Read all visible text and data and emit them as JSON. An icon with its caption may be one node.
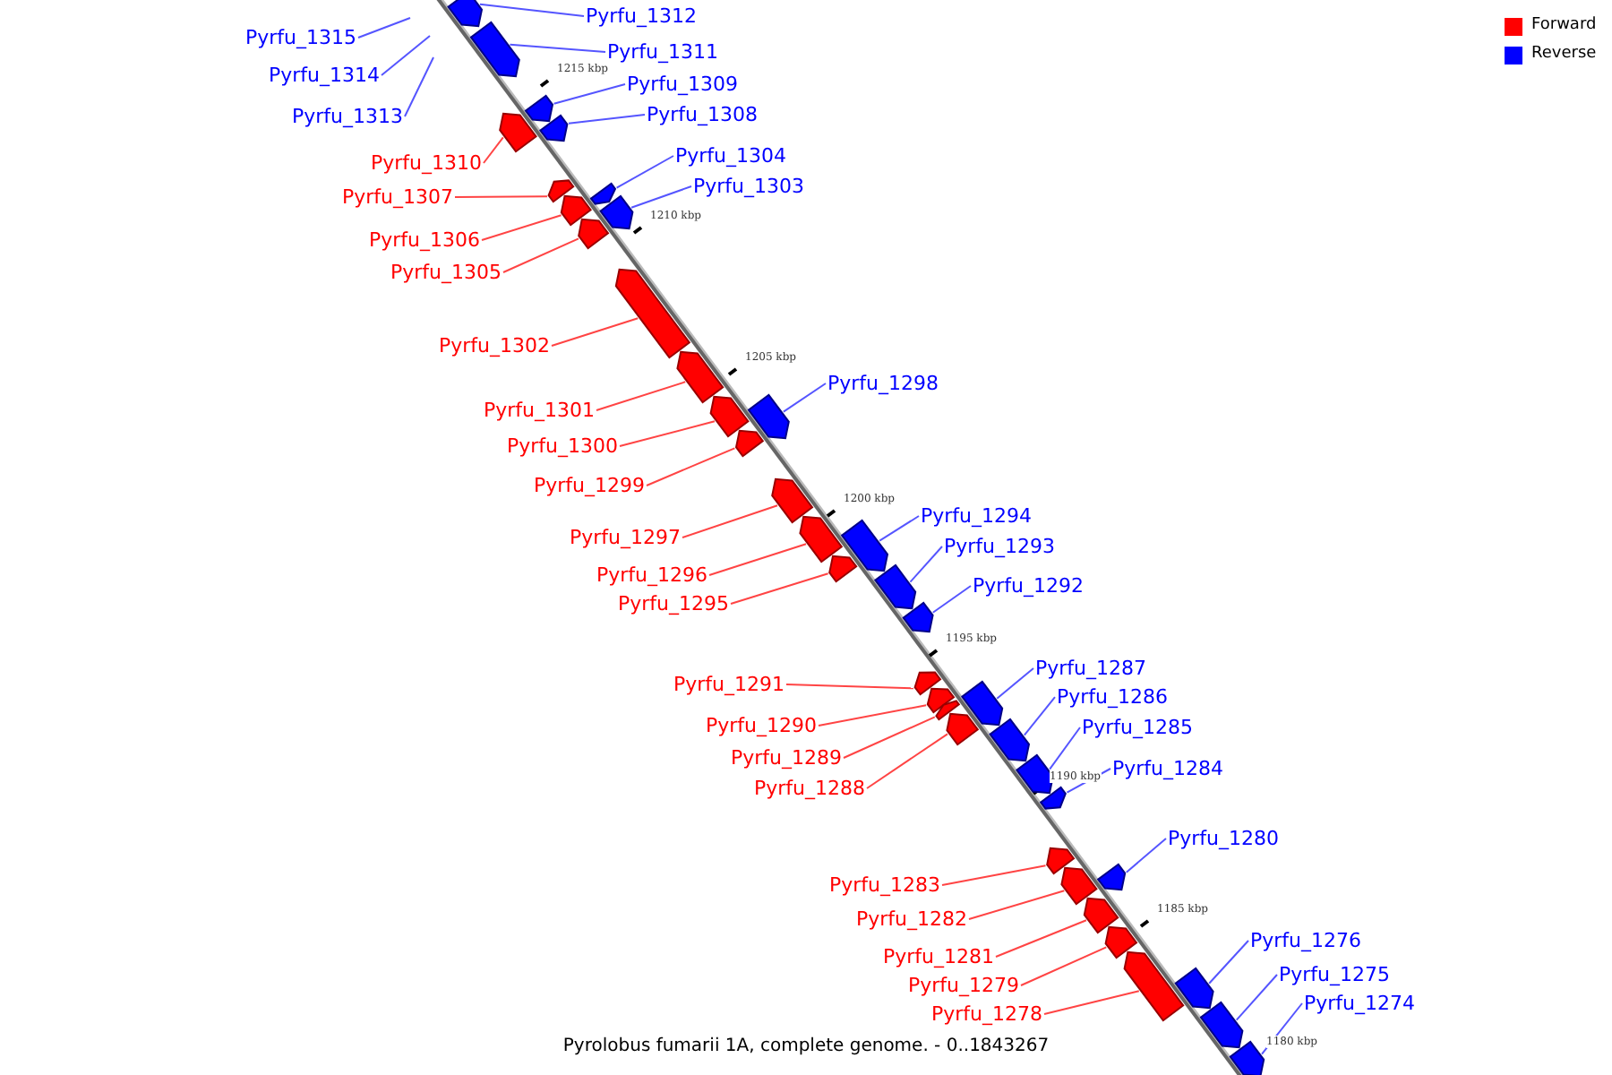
{
  "diagram": {
    "caption": "Pyrolobus fumarii 1A, complete genome. - 0..1843267",
    "nodes": [
      {
        "text": [
          "Pyrfu_1315"
        ]
      },
      {
        "text": [
          "Pyrfu_1314"
        ]
      },
      {
        "text": [
          "Pyrfu_1313"
        ]
      },
      {
        "text": [
          "Pyrfu_1312"
        ]
      },
      {
        "text": [],
        "shape": "bar"
      },
      {
        "text": [
          "Pyrfu_1311"
        ]
      },
      {
        "text": [],
        "shape": "bar"
      },
      {
        "text": [
          "Pyrfu_1310"
        ]
      },
      {
        "text": [],
        "shape": "bar"
      },
      {
        "text": [
          "Pyrfu_1309"
        ]
      },
      {
        "text": [],
        "shape": "bar"
      },
      {
        "text": [
          "Pyrfu_1308"
        ]
      },
      {
        "text": [],
        "shape": "bar"
      },
      {
        "text": [
          "Pyrfu_1307"
        ]
      },
      {
        "text": [],
        "shape": "bar"
      },
      {
        "text": [
          "Pyrfu_1306"
        ]
      },
      {
        "text": [],
        "shape": "bar"
      },
      {
        "text": [
          "Pyrfu_1305"
        ]
      },
      {
        "text": [],
        "shape": "bar"
      },
      {
        "text": [
          "Pyrfu_1304"
        ]
      },
      {
        "text": [],
        "shape": "bar"
      },
      {
        "text": [
          "Pyrfu_1303"
        ]
      },
      {
        "text": [],
        "shape": "bar"
      },
      {
        "text": [
          "Pyrfu_1302"
        ]
      },
      {
        "text": [],
        "shape": "bar"
      },
      {
        "text": [
          "Pyrfu_1301"
        ]
      },
      {
        "text": [],
        "shape": "bar"
      },
      {
        "text": [
          "Pyrfu_1300"
        ]
      },
      {
        "text": [],
        "shape": "bar"
      },
      {
        "text": [
          "Pyrfu_1299"
        ]
      },
      {
        "text": [],
        "shape": "bar"
      },
      {
        "text": [
          "Pyrfu_1298"
        ]
      },
      {
        "text": [],
        "shape": "bar"
      },
      {
        "text": [
          "Pyrfu_1297"
        ]
      },
      {
        "text": [],
        "shape": "bar"
      },
      {
        "text": [
          "Pyrfu_1296"
        ]
      },
      {
        "text": [],
        "shape": "bar"
      },
      {
        "text": [
          "Pyrfu_1295"
        ]
      },
      {
        "text": [],
        "shape": "bar"
      },
      {
        "text": [
          "Pyrfu_1294"
        ]
      },
      {
        "text": [],
        "shape": "bar"
      },
      {
        "text": [
          "Pyrfu_1293"
        ]
      },
      {
        "text": [],
        "shape": "bar"
      },
      {
        "text": [
          "Pyrfu_1292"
        ]
      },
      {
        "text": [],
        "shape": "bar"
      },
      {
        "text": [
          "Pyrfu_1291"
        ]
      },
      {
        "text": [],
        "shape": "bar"
      },
      {
        "text": [
          "Pyrfu_1290"
        ]
      },
      {
        "text": [],
        "shape": "bar"
      },
      {
        "text": [
          "Pyrfu_1289"
        ]
      },
      {
        "text": [],
        "shape": "bar"
      },
      {
        "text": [
          "Pyrfu_1288"
        ]
      },
      {
        "text": [],
        "shape": "bar"
      },
      {
        "text": [
          "Pyrfu_1287"
        ]
      },
      {
        "text": [],
        "shape": "bar"
      },
      {
        "text": [
          "Pyrfu_1286"
        ]
      },
      {
        "text": [],
        "shape": "bar"
      },
      {
        "text": [
          "Pyrfu_1285"
        ]
      },
      {
        "text": [],
        "shape": "bar"
      },
      {
        "text": [
          "Pyrfu_1284"
        ]
      },
      {
        "text": [],
        "shape": "bar"
      },
      {
        "text": [
          "Pyrfu_1283"
        ]
      },
      {
        "text": [],
        "shape": "bar"
      },
      {
        "text": [
          "Pyrfu_1282"
        ]
      },
      {
        "text": [],
        "shape": "bar"
      },
      {
        "text": [
          "Pyrfu_1281"
        ]
      },
      {
        "text": [],
        "shape": "bar"
      },
      {
        "text": [
          "Pyrfu_1280"
        ]
      },
      {
        "text": [],
        "shape": "bar"
      },
      {
        "text": [
          "Pyrfu_1279"
        ]
      },
      {
        "text": [],
        "shape": "bar"
      },
      {
        "text": [
          "Pyrfu_1278"
        ]
      },
      {
        "text": [],
        "shape": "bar"
      },
      {
        "text": [
          "Pyrfu_1276"
        ]
      },
      {
        "text": [],
        "shape": "bar"
      },
      {
        "text": [
          "Pyrfu_1275"
        ]
      },
      {
        "text": [],
        "shape": "bar"
      },
      {
        "text": [
          "Pyrfu_1274"
        ]
      },
      {
        "text": [],
        "shape": "bar"
      }
    ],
    "edges": [
      {
        "from": 0,
        "to": null,
        "arrow": "none"
      },
      {
        "from": 1,
        "to": null,
        "arrow": "none"
      },
      {
        "from": 2,
        "to": null,
        "arrow": "none"
      },
      {
        "from": 3,
        "to": 4,
        "arrow": "none"
      },
      {
        "from": 5,
        "to": 6,
        "arrow": "none"
      },
      {
        "from": 7,
        "to": 8,
        "arrow": "none",
        "color": "#ff4444"
      },
      {
        "from": 9,
        "to": 10,
        "arrow": "none"
      },
      {
        "from": 11,
        "to": 12,
        "arrow": "none"
      },
      {
        "from": 13,
        "to": 14,
        "arrow": "none",
        "color": "#ff4444"
      },
      {
        "from": 15,
        "to": 16,
        "arrow": "none",
        "color": "#ff4444"
      },
      {
        "from": 17,
        "to": 18,
        "arrow": "none",
        "color": "#ff4444"
      },
      {
        "from": 19,
        "to": 20,
        "arrow": "none"
      },
      {
        "from": 21,
        "to": 22,
        "arrow": "none"
      },
      {
        "from": 23,
        "to": 24,
        "arrow": "none",
        "color": "#ff4444"
      },
      {
        "from": 25,
        "to": 26,
        "arrow": "none",
        "color": "#ff4444"
      },
      {
        "from": 27,
        "to": 28,
        "arrow": "none",
        "color": "#ff4444"
      },
      {
        "from": 29,
        "to": 30,
        "arrow": "none",
        "color": "#ff4444"
      },
      {
        "from": 31,
        "to": 32,
        "arrow": "none"
      },
      {
        "from": 33,
        "to": 34,
        "arrow": "none",
        "color": "#ff4444"
      },
      {
        "from": 35,
        "to": 36,
        "arrow": "none",
        "color": "#ff4444"
      },
      {
        "from": 37,
        "to": 38,
        "arrow": "none",
        "color": "#ff4444"
      },
      {
        "from": 39,
        "to": 40,
        "arrow": "none"
      },
      {
        "from": 41,
        "to": 42,
        "arrow": "none"
      },
      {
        "from": 43,
        "to": 44,
        "arrow": "none"
      },
      {
        "from": 45,
        "to": 46,
        "arrow": "none",
        "color": "#ff4444"
      },
      {
        "from": 47,
        "to": 48,
        "arrow": "none",
        "color": "#ff4444"
      },
      {
        "from": 49,
        "to": 50,
        "arrow": "none",
        "color": "#ff4444"
      },
      {
        "from": 51,
        "to": 52,
        "arrow": "none",
        "color": "#ff4444"
      },
      {
        "from": 53,
        "to": 54,
        "arrow": "none"
      },
      {
        "from": 55,
        "to": 56,
        "arrow": "none"
      },
      {
        "from": 57,
        "to": 58,
        "arrow": "none"
      },
      {
        "from": 59,
        "to": 60,
        "arrow": "none"
      },
      {
        "from": 61,
        "to": 62,
        "arrow": "none",
        "color": "#ff4444"
      },
      {
        "from": 63,
        "to": 64,
        "arrow": "none",
        "color": "#ff4444"
      },
      {
        "from": 65,
        "to": 66,
        "arrow": "none",
        "color": "#ff4444"
      },
      {
        "from": 67,
        "to": 68,
        "arrow": "none"
      },
      {
        "from": 69,
        "to": 70,
        "arrow": "none",
        "color": "#ff4444"
      },
      {
        "from": 71,
        "to": 72,
        "arrow": "none",
        "color": "#ff4444"
      },
      {
        "from": 73,
        "to": 74,
        "arrow": "none"
      },
      {
        "from": 75,
        "to": 76,
        "arrow": "none"
      },
      {
        "from": 77,
        "to": 78,
        "arrow": "none"
      }
    ],
    "labels": [
      "1215 kbp",
      "1210 kbp",
      "1205 kbp",
      "1200 kbp",
      "1195 kbp",
      "1190 kbp",
      "1185 kbp",
      "1180 kbp"
    ],
    "legend": [
      {
        "text": "Forward",
        "color": "#ff0000"
      },
      {
        "text": "Reverse",
        "color": "#0000ff"
      }
    ]
  }
}
